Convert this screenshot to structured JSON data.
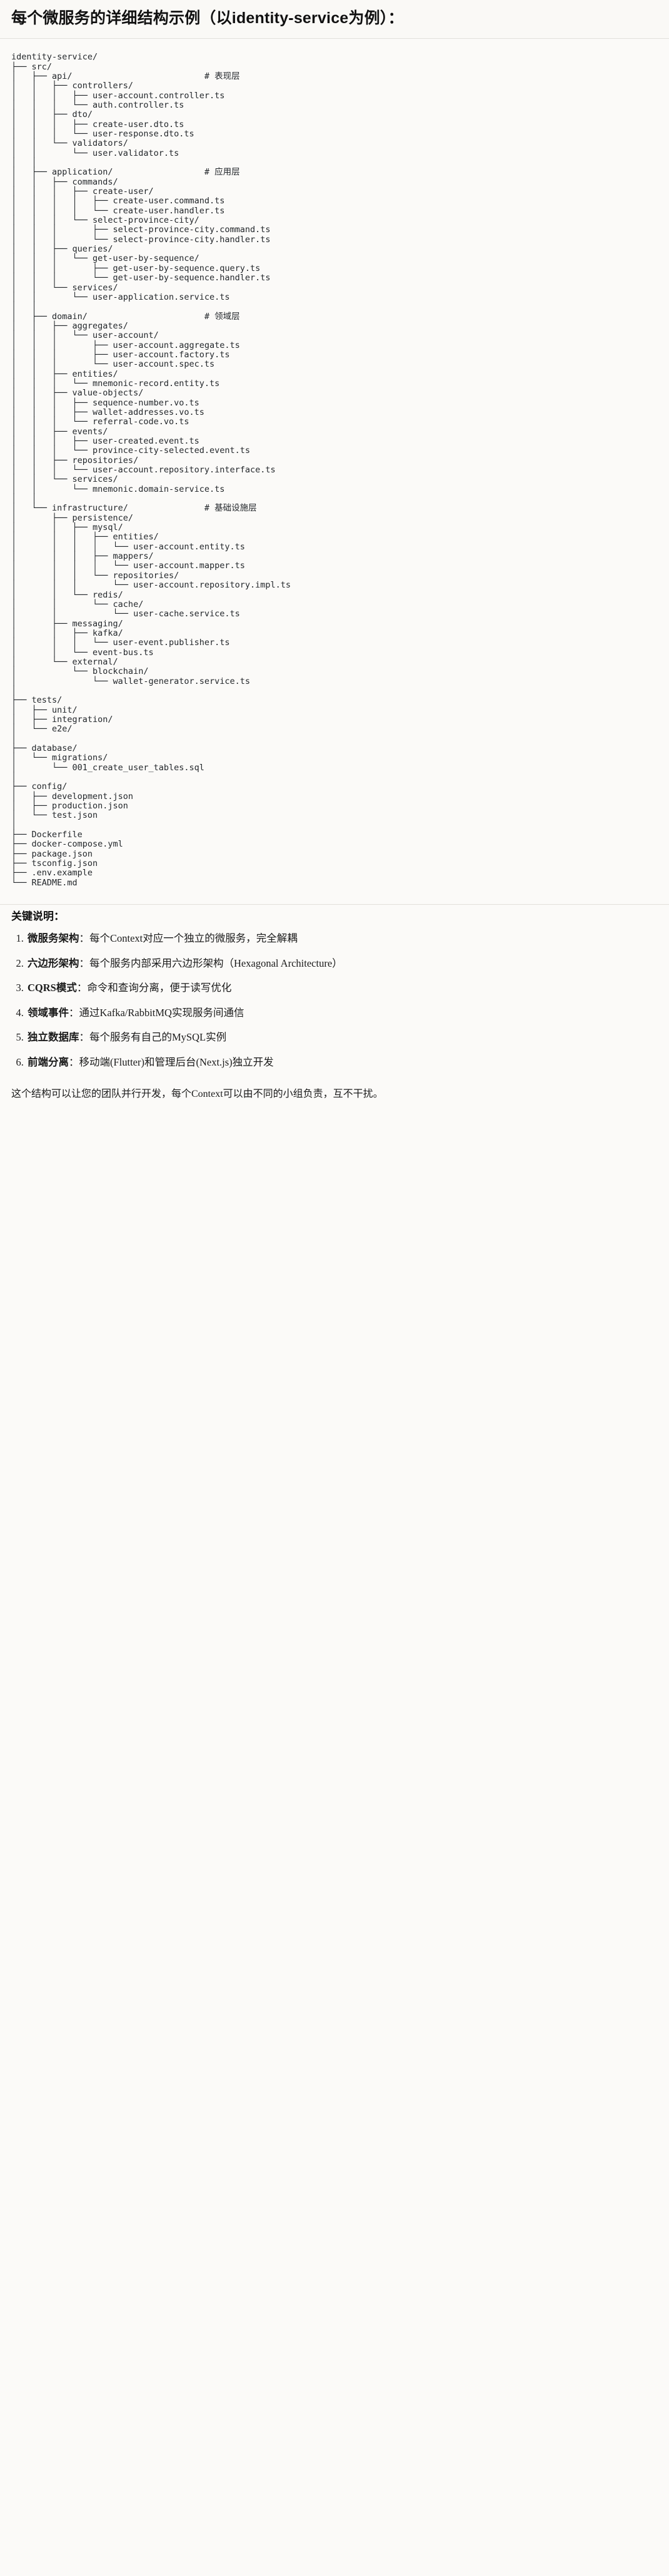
{
  "document": {
    "title": "每个微服务的详细结构示例（以identity-service为例）：",
    "tree_root": "identity-service/",
    "tree_lines": [
      "identity-service/",
      "├── src/",
      "│   ├── api/                          # 表现层",
      "│   │   ├── controllers/",
      "│   │   │   ├── user-account.controller.ts",
      "│   │   │   └── auth.controller.ts",
      "│   │   ├── dto/",
      "│   │   │   ├── create-user.dto.ts",
      "│   │   │   └── user-response.dto.ts",
      "│   │   └── validators/",
      "│   │       └── user.validator.ts",
      "│   │",
      "│   ├── application/                  # 应用层",
      "│   │   ├── commands/",
      "│   │   │   ├── create-user/",
      "│   │   │   │   ├── create-user.command.ts",
      "│   │   │   │   └── create-user.handler.ts",
      "│   │   │   └── select-province-city/",
      "│   │   │       ├── select-province-city.command.ts",
      "│   │   │       └── select-province-city.handler.ts",
      "│   │   ├── queries/",
      "│   │   │   └── get-user-by-sequence/",
      "│   │   │       ├── get-user-by-sequence.query.ts",
      "│   │   │       └── get-user-by-sequence.handler.ts",
      "│   │   └── services/",
      "│   │       └── user-application.service.ts",
      "│   │",
      "│   ├── domain/                       # 领域层",
      "│   │   ├── aggregates/",
      "│   │   │   └── user-account/",
      "│   │   │       ├── user-account.aggregate.ts",
      "│   │   │       ├── user-account.factory.ts",
      "│   │   │       └── user-account.spec.ts",
      "│   │   ├── entities/",
      "│   │   │   └── mnemonic-record.entity.ts",
      "│   │   ├── value-objects/",
      "│   │   │   ├── sequence-number.vo.ts",
      "│   │   │   ├── wallet-addresses.vo.ts",
      "│   │   │   └── referral-code.vo.ts",
      "│   │   ├── events/",
      "│   │   │   ├── user-created.event.ts",
      "│   │   │   └── province-city-selected.event.ts",
      "│   │   ├── repositories/",
      "│   │   │   └── user-account.repository.interface.ts",
      "│   │   └── services/",
      "│   │       └── mnemonic.domain-service.ts",
      "│   │",
      "│   └── infrastructure/               # 基础设施层",
      "│       ├── persistence/",
      "│       │   ├── mysql/",
      "│       │   │   ├── entities/",
      "│       │   │   │   └── user-account.entity.ts",
      "│       │   │   ├── mappers/",
      "│       │   │   │   └── user-account.mapper.ts",
      "│       │   │   └── repositories/",
      "│       │   │       └── user-account.repository.impl.ts",
      "│       │   └── redis/",
      "│       │       └── cache/",
      "│       │           └── user-cache.service.ts",
      "│       ├── messaging/",
      "│       │   ├── kafka/",
      "│       │   │   └── user-event.publisher.ts",
      "│       │   └── event-bus.ts",
      "│       └── external/",
      "│           └── blockchain/",
      "│               └── wallet-generator.service.ts",
      "│",
      "├── tests/",
      "│   ├── unit/",
      "│   ├── integration/",
      "│   └── e2e/",
      "│",
      "├── database/",
      "│   └── migrations/",
      "│       └── 001_create_user_tables.sql",
      "│",
      "├── config/",
      "│   ├── development.json",
      "│   ├── production.json",
      "│   └── test.json",
      "│",
      "├── Dockerfile",
      "├── docker-compose.yml",
      "├── package.json",
      "├── tsconfig.json",
      "├── .env.example",
      "└── README.md"
    ],
    "key_section_title": "关键说明：",
    "key_points": [
      {
        "term": "微服务架构",
        "desc": "：每个Context对应一个独立的微服务，完全解耦"
      },
      {
        "term": "六边形架构",
        "desc": "：每个服务内部采用六边形架构（Hexagonal Architecture）"
      },
      {
        "term": "CQRS模式",
        "desc": "：命令和查询分离，便于读写优化"
      },
      {
        "term": "领域事件",
        "desc": "：通过Kafka/RabbitMQ实现服务间通信"
      },
      {
        "term": "独立数据库",
        "desc": "：每个服务有自己的MySQL实例"
      },
      {
        "term": "前端分离",
        "desc": "：移动端(Flutter)和管理后台(Next.js)独立开发"
      }
    ],
    "closing_text": "这个结构可以让您的团队并行开发，每个Context可以由不同的小组负责，互不干扰。"
  }
}
